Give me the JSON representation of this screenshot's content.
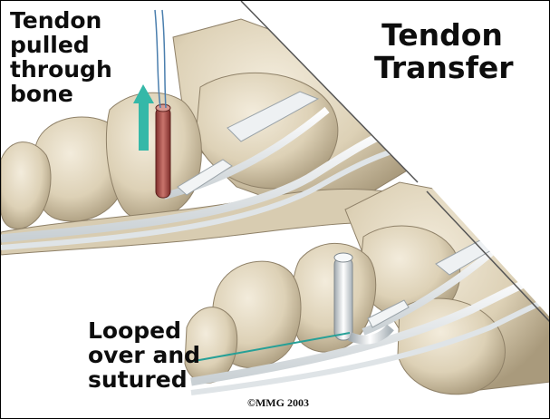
{
  "labels": {
    "top_left": [
      "Tendon",
      "pulled",
      "through",
      "bone"
    ],
    "title": [
      "Tendon",
      "Transfer"
    ],
    "bottom_left": [
      "Looped",
      "over and",
      "sutured"
    ],
    "copyright": "©MMG 2003"
  },
  "colors": {
    "bone": "#e7ddc8",
    "bone_shadow": "#b9ab8e",
    "tendon": "#e9ecee",
    "tendon_red": "#a14a45",
    "arrow": "#35b8a8",
    "pointer_line": "#26a097"
  }
}
